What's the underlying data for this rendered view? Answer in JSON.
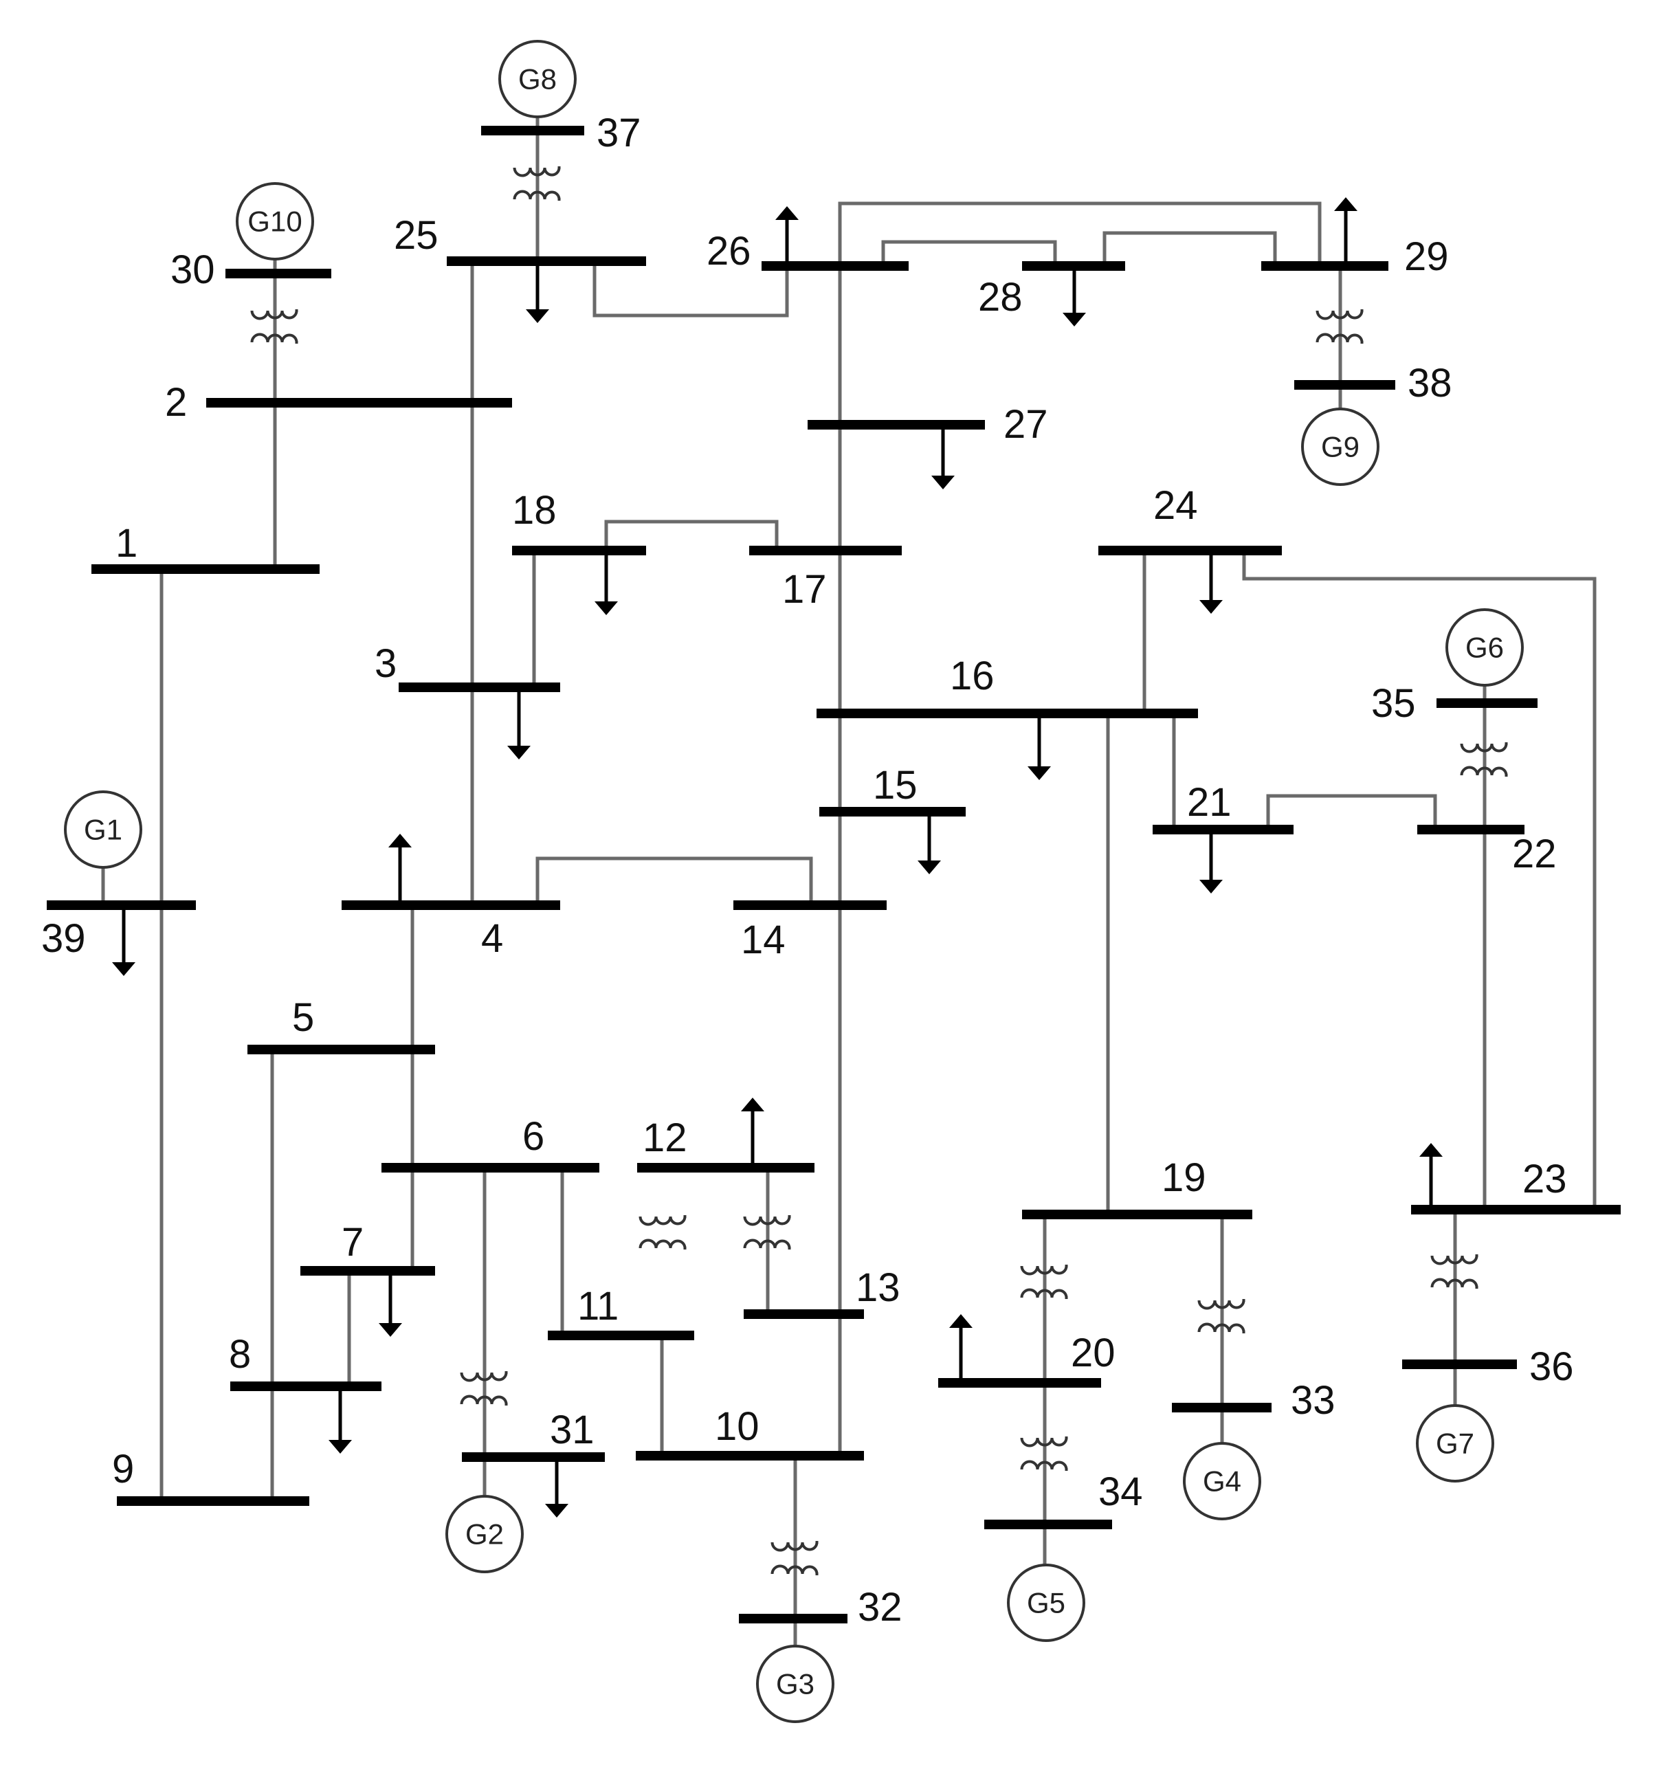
{
  "buses": [
    "1",
    "2",
    "3",
    "4",
    "5",
    "6",
    "7",
    "8",
    "9",
    "10",
    "11",
    "12",
    "13",
    "14",
    "15",
    "16",
    "17",
    "18",
    "19",
    "20",
    "21",
    "22",
    "23",
    "24",
    "25",
    "26",
    "27",
    "28",
    "29",
    "30",
    "31",
    "32",
    "33",
    "34",
    "35",
    "36",
    "37",
    "38",
    "39"
  ],
  "generators": [
    "G1",
    "G2",
    "G3",
    "G4",
    "G5",
    "G6",
    "G7",
    "G8",
    "G9",
    "G10"
  ],
  "icons": {
    "load": "arrow-icon",
    "transformer": "transformer-icon",
    "generator": "generator-icon"
  },
  "colors": {
    "bus": "#000000",
    "line": "#6a6a6a",
    "background": "#ffffff"
  }
}
